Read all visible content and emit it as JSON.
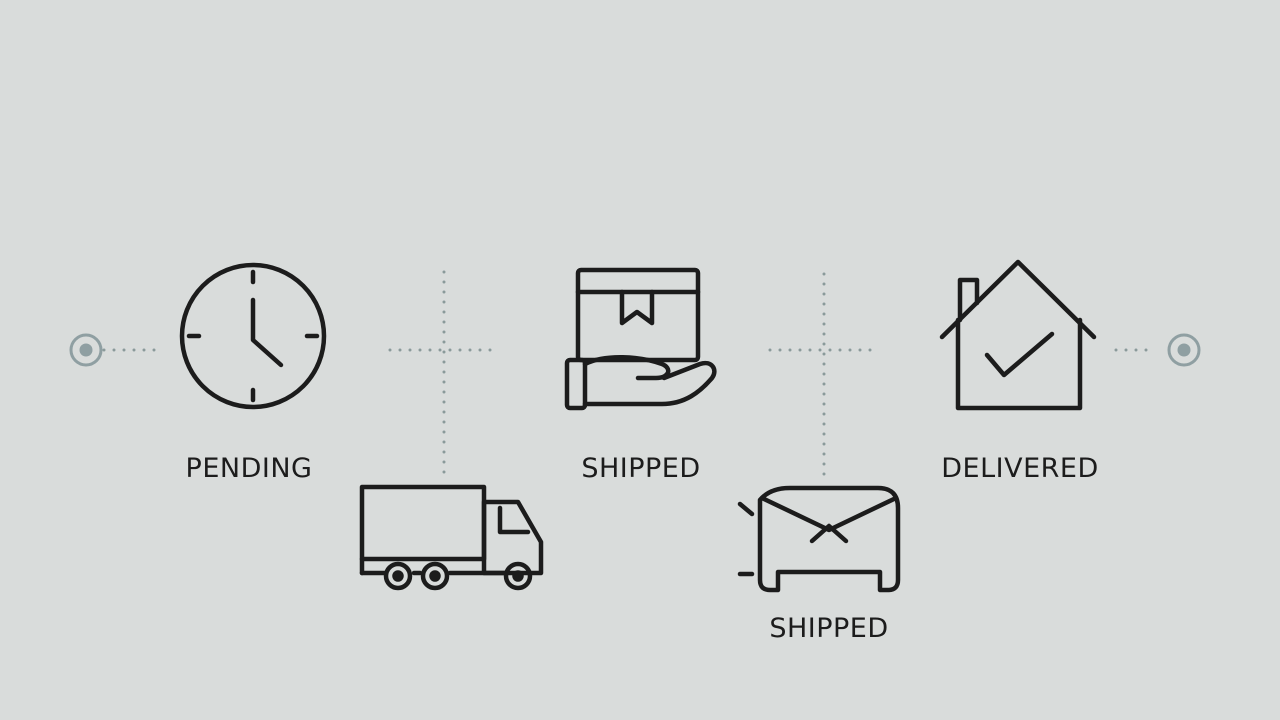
{
  "colors": {
    "background": "#d9dcdb",
    "icon_stroke": "#1c1c1c",
    "connector_dots": "#8a9a9a",
    "endpoint_marker": "#8f9fa2"
  },
  "steps": [
    {
      "label": "PENDING",
      "icon": "clock-icon"
    },
    {
      "icon": "delivery-truck-icon"
    },
    {
      "label": "SHIPPED",
      "icon": "box-in-hand-icon"
    },
    {
      "label": "SHIPPED",
      "icon": "open-box-icon"
    },
    {
      "label": "DELIVERED",
      "icon": "house-check-icon"
    }
  ],
  "endpoints": [
    {
      "icon": "start-endpoint-icon"
    },
    {
      "icon": "end-endpoint-icon"
    }
  ]
}
